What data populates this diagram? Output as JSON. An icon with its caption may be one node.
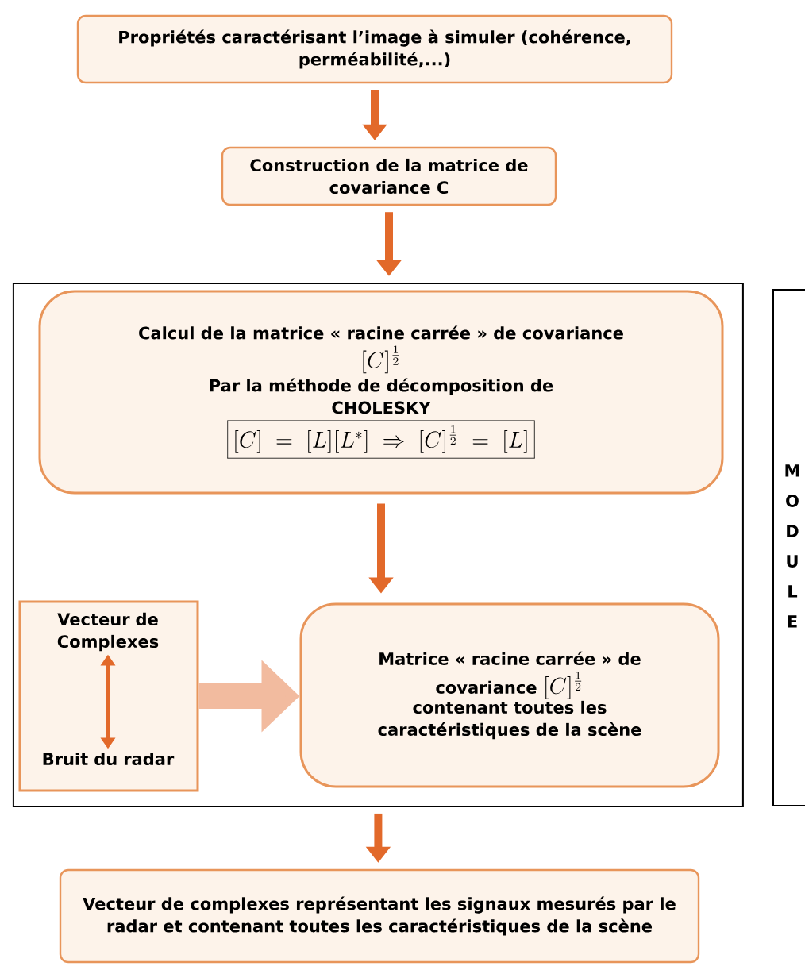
{
  "diagram": {
    "nodes": [
      {
        "text": [
          "Propriétés caractérisant l’image à simuler (cohérence, perméabilité,...)"
        ]
      },
      {
        "text": [
          "Construction de la matrice de covariance C"
        ]
      },
      {
        "text": [],
        "shape": "box"
      },
      {
        "text": [
          "Calcul de la matrice « racine carrée » de covariance",
          "[C]^{\\frac{1}{2}}",
          "Par la méthode de décomposition de CHOLESKY",
          "[C] \\;=\\; [L][L^{*}] \\;\\Rightarrow\\; [C]^{\\frac{1}{2}} \\;=\\; [L]"
        ],
        "in": 2
      },
      {
        "text": [],
        "shape": "box",
        "in": 2
      },
      {
        "text": [
          "Vecteur de Complexes"
        ],
        "in": 4
      },
      {
        "text": [
          "Bruit du radar"
        ],
        "in": 4
      },
      {
        "text": [
          "Matrice « racine carrée » de covariance",
          "[C]^{\\frac{1}{2}}",
          "contenant toutes les caractéristiques de la scène"
        ],
        "in": 2
      },
      {
        "text": [
          "MODULE"
        ]
      },
      {
        "text": [
          "Vecteur de complexes représentant les signaux mesurés par le radar et contenant toutes les caractéristiques de la scène"
        ]
      }
    ],
    "edges": [
      {
        "from": 0,
        "to": 1,
        "arrow": "to"
      },
      {
        "from": 1,
        "to": 2,
        "arrow": "to"
      },
      {
        "from": 3,
        "to": 7,
        "arrow": "to"
      },
      {
        "from": 4,
        "to": 7,
        "arrow": "to",
        "style": "thick",
        "color": "#f2bb9f"
      },
      {
        "from": 5,
        "to": 6,
        "arrow": "both"
      },
      {
        "from": 2,
        "to": 9,
        "arrow": "to"
      }
    ]
  }
}
